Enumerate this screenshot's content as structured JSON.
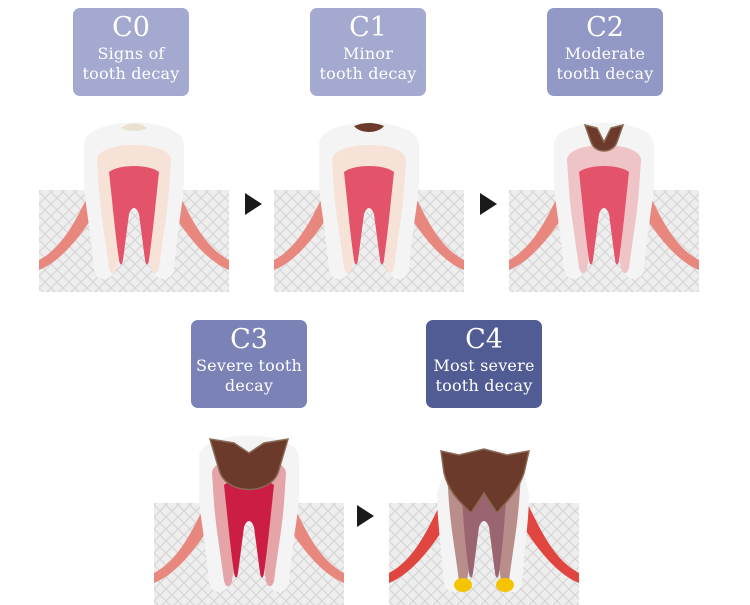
{
  "stages": [
    {
      "code": "C0",
      "desc_line1": "Signs of",
      "desc_line2": "tooth decay",
      "badge_color": "#a3a9cf"
    },
    {
      "code": "C1",
      "desc_line1": "Minor",
      "desc_line2": "tooth decay",
      "badge_color": "#a3a9cf"
    },
    {
      "code": "C2",
      "desc_line1": "Moderate",
      "desc_line2": "tooth decay",
      "badge_color": "#9198c5"
    },
    {
      "code": "C3",
      "desc_line1": "Severe tooth",
      "desc_line2": "decay",
      "badge_color": "#7a82b6"
    },
    {
      "code": "C4",
      "desc_line1": "Most severe",
      "desc_line2": "tooth decay",
      "badge_color": "#525c94"
    }
  ],
  "colors": {
    "gum": "#e8877e",
    "gum_inflamed": "#e0453f",
    "bone_pattern": "#e2e2e2",
    "enamel": "#f4f4f4",
    "dentin": "#f6e2d7",
    "pulp": "#e3546a",
    "decay": "#6b3a2a",
    "abscess": "#f5c400"
  },
  "icons": {
    "step_arrow": "right-triangle-icon"
  }
}
